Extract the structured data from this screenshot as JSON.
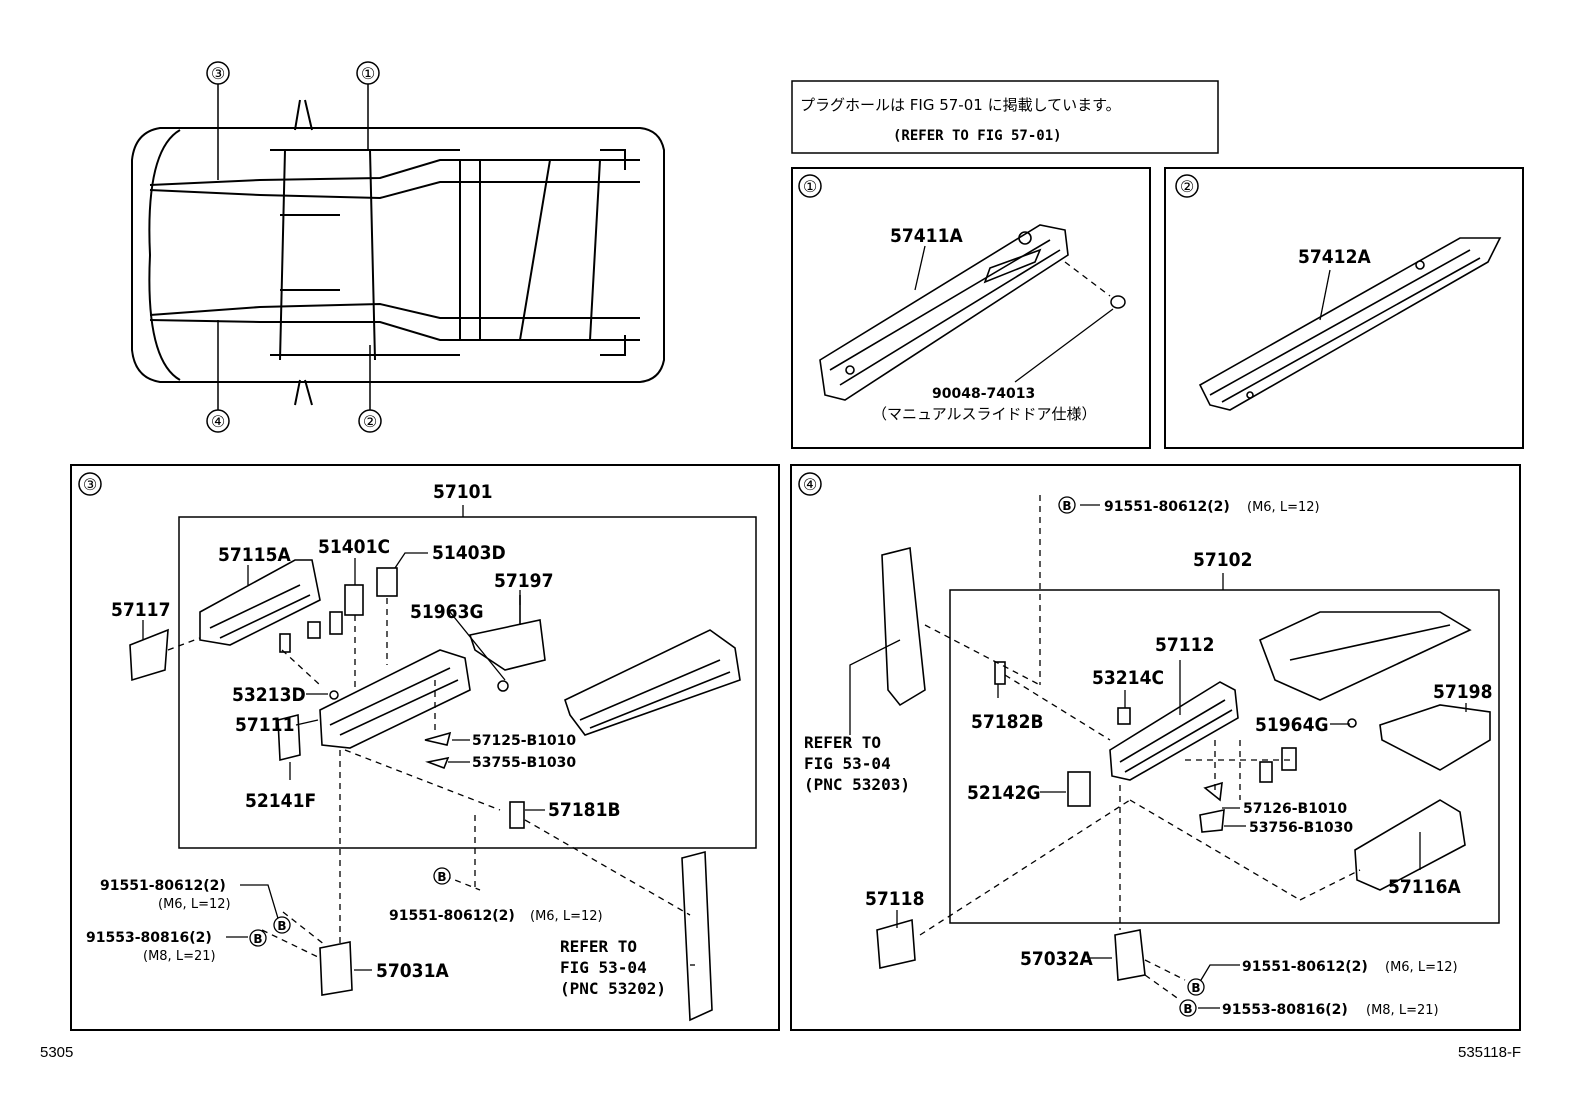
{
  "note_box": {
    "line1": "プラグホールは FIG 57-01 に掲載しています。",
    "line2": "(REFER TO FIG 57-01)"
  },
  "overview": {
    "callouts": [
      "③",
      "①",
      "④",
      "②"
    ]
  },
  "panel1": {
    "tag": "①",
    "part_main": "57411A",
    "part_plug": "90048-74013",
    "plug_note": "（マニュアルスライドドア仕様）"
  },
  "panel2": {
    "tag": "②",
    "part_main": "57412A"
  },
  "panel3": {
    "tag": "③",
    "assembly": "57101",
    "parts": {
      "p57115A": "57115A",
      "p51401C": "51401C",
      "p51403D": "51403D",
      "p57197": "57197",
      "p57117": "57117",
      "p51963G": "51963G",
      "p53213D": "53213D",
      "p57111": "57111",
      "p57125": "57125-B1010",
      "p53755": "53755-B1030",
      "p52141F": "52141F",
      "p57181B": "57181B",
      "p57031A": "57031A"
    },
    "bolts": {
      "b1_part": "91551-80612(2)",
      "b1_spec": "(M6, L=12)",
      "b2_part": "91553-80816(2)",
      "b2_spec": "(M8, L=21)",
      "b3_part": "91551-80612(2)",
      "b3_spec": "(M6, L=12)",
      "mark": "B"
    },
    "refer": {
      "l1": "REFER TO",
      "l2": "FIG 53-04",
      "l3": "(PNC 53202)"
    }
  },
  "panel4": {
    "tag": "④",
    "assembly": "57102",
    "parts": {
      "p57112": "57112",
      "p53214C": "53214C",
      "p57182B": "57182B",
      "p57198": "57198",
      "p51964G": "51964G",
      "p52142G": "52142G",
      "p57126": "57126-B1010",
      "p53756": "53756-B1030",
      "p57116A": "57116A",
      "p57118": "57118",
      "p57032A": "57032A"
    },
    "bolts": {
      "top_part": "91551-80612(2)",
      "top_spec": "(M6, L=12)",
      "b1_part": "91551-80612(2)",
      "b1_spec": "(M6, L=12)",
      "b2_part": "91553-80816(2)",
      "b2_spec": "(M8, L=21)",
      "mark": "B"
    },
    "refer": {
      "l1": "REFER TO",
      "l2": "FIG 53-04",
      "l3": "(PNC 53203)"
    }
  },
  "footer": {
    "left": "5305",
    "right": "535118-F"
  }
}
